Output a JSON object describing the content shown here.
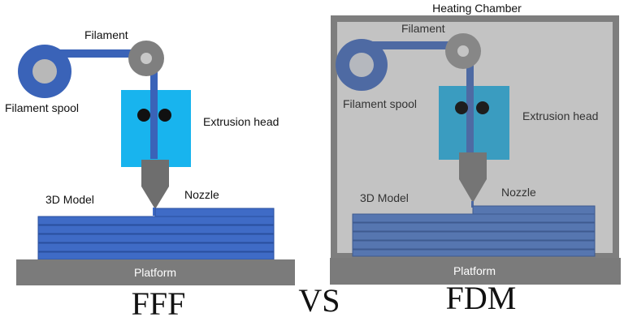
{
  "left": {
    "filament": "Filament",
    "spool": "Filament spool",
    "head": "Extrusion head",
    "nozzle": "Nozzle",
    "model": "3D Model",
    "platform": "Platform",
    "caption": "FFF"
  },
  "right": {
    "chamber": "Heating Chamber",
    "filament": "Filament",
    "spool": "Filament spool",
    "head": "Extrusion head",
    "nozzle": "Nozzle",
    "model": "3D Model",
    "platform": "Platform",
    "caption": "FDM"
  },
  "vs": "VS",
  "colors": {
    "spool_blue": "#3a63b8",
    "head_cyan": "#18b4ee",
    "model_blue": "#3f6bc6",
    "platform_gray": "#7b7b7b",
    "chamber_gray": "#c3c3c3",
    "chamber_border": "#7e7e7e"
  }
}
